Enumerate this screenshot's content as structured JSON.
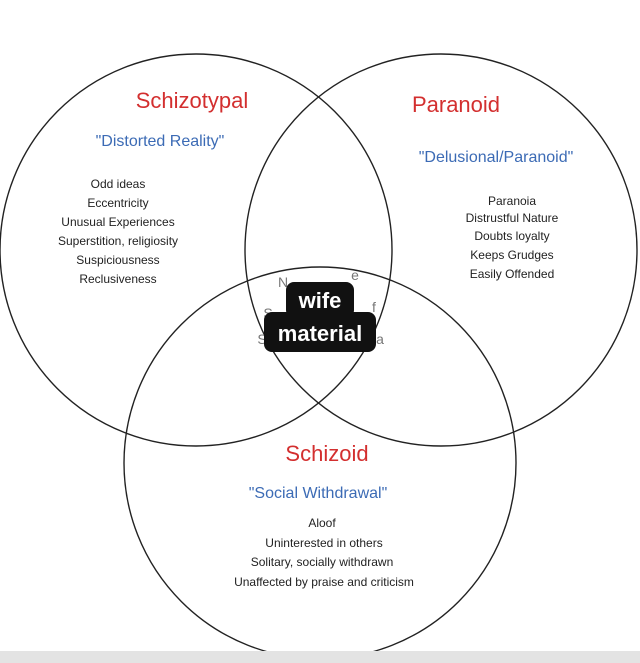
{
  "colors": {
    "title": "#d32f2f",
    "subtitle": "#3c6bb5",
    "text": "#222222",
    "sticker_bg": "#111111",
    "sticker_text": "#ffffff"
  },
  "circles": {
    "schizotypal": {
      "title": "Schizotypal",
      "subtitle": "\"Distorted Reality\"",
      "traits": [
        "Odd ideas",
        "Eccentricity",
        "Unusual Experiences",
        "Superstition, religiosity",
        "Suspiciousness",
        "Reclusiveness"
      ]
    },
    "paranoid": {
      "title": "Paranoid",
      "subtitle": "\"Delusional/Paranoid\"",
      "traits": [
        "Paranoia",
        "Distrustful Nature",
        "Doubts loyalty",
        "Keeps Grudges",
        "Easily Offended"
      ]
    },
    "schizoid": {
      "title": "Schizoid",
      "subtitle": "\"Social Withdrawal\"",
      "traits": [
        "Aloof",
        "Uninterested in others",
        "Solitary, socially withdrawn",
        "Unaffected by praise and criticism"
      ]
    }
  },
  "center": {
    "sticker": [
      "wife",
      "material"
    ],
    "obscured_fragments": [
      "N",
      "e",
      "S",
      "f",
      "S",
      "a"
    ]
  }
}
